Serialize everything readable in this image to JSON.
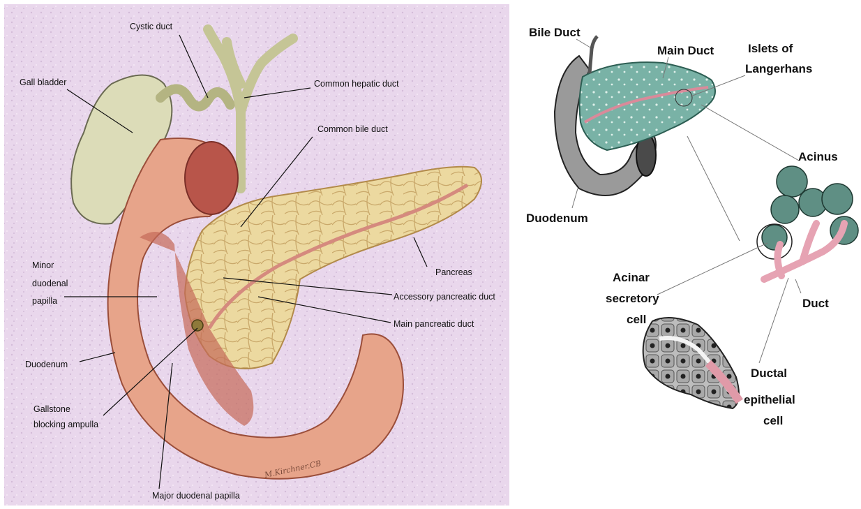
{
  "left_panel": {
    "labels": {
      "cystic_duct": "Cystic duct",
      "gall_bladder": "Gall bladder",
      "common_hepatic_duct": "Common hepatic duct",
      "common_bile_duct": "Common bile duct",
      "pancreas": "Pancreas",
      "accessory_pancreatic_duct": "Accessory pancreatic duct",
      "main_pancreatic_duct": "Main pancreatic duct",
      "minor_papilla_1": "Minor",
      "minor_papilla_2": "duodenal",
      "minor_papilla_3": "papilla",
      "duodenum": "Duodenum",
      "gallstone_1": "Gallstone",
      "gallstone_2": "blocking ampulla",
      "major_papilla": "Major duodenal papilla"
    },
    "signature": "M.Kirchner.CB"
  },
  "right_panel": {
    "labels": {
      "bile_duct": "Bile Duct",
      "main_duct": "Main Duct",
      "islets_1": "Islets of",
      "islets_2": "Langerhans",
      "acinus": "Acinus",
      "duodenum": "Duodenum",
      "acinar_1": "Acinar",
      "acinar_2": "secretory",
      "acinar_3": "cell",
      "duct": "Duct",
      "ductal_1": "Ductal",
      "ductal_2": "epithelial",
      "ductal_3": "cell"
    }
  },
  "colors": {
    "left_background": "#e9d7ec",
    "pancreas_fill": "#ecd9a0",
    "duodenum_fill": "#e7a48a",
    "gallbladder_fill": "#dcdcb8",
    "pancreas_teal": "#6fa89c",
    "duct_pink": "#d98a9a"
  }
}
